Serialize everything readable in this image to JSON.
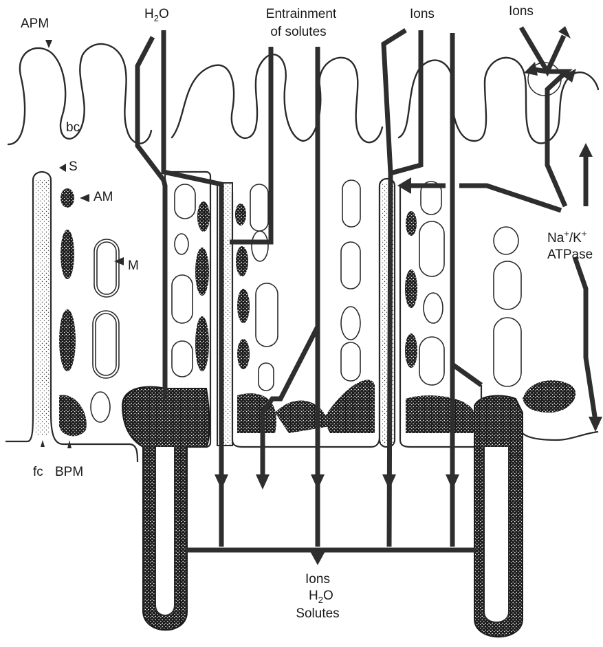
{
  "colors": {
    "ink": "#2a2a2a",
    "dense": "#1c1c1c",
    "background": "#ffffff"
  },
  "labels": {
    "apm": "APM",
    "bc": "bc",
    "s": "S",
    "am": "AM",
    "m": "M",
    "fc": "fc",
    "bpm": "BPM",
    "water_top_prefix": "H",
    "water_top_sub": "2",
    "water_top_suffix": "O",
    "entrainment_line1": "Entrainment",
    "entrainment_line2": "of solutes",
    "ions_mid": "Ions",
    "ions_right": "Ions",
    "pump_line1_a": "Na",
    "pump_line1_a_sup": "+",
    "pump_line1_b": "/K",
    "pump_line1_b_sup": "+",
    "pump_line2": "ATPase",
    "out_ions": "Ions",
    "out_water_prefix": "H",
    "out_water_sub": "2",
    "out_water_suffix": "O",
    "out_solutes": "Solutes"
  }
}
